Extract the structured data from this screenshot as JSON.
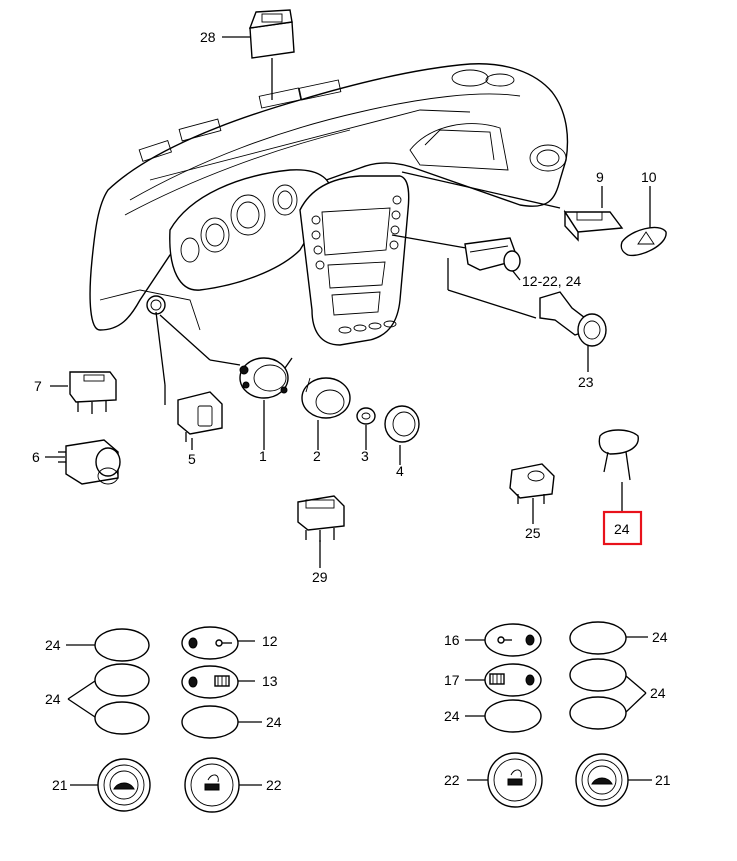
{
  "labels": {
    "p28": "28",
    "p9": "9",
    "p10": "10",
    "p12_22_24": "12-22, 24",
    "p23": "23",
    "p7": "7",
    "p6": "6",
    "p5": "5",
    "p1": "1",
    "p2": "2",
    "p3": "3",
    "p4": "4",
    "p29": "29",
    "p25": "25",
    "p24_highlight": "24"
  },
  "buttons_left": {
    "r1_label": "24",
    "r1_right": "12",
    "r2_label": "24",
    "r2_right": "13",
    "r3_right": "24",
    "r4_left": "21",
    "r4_right": "22"
  },
  "buttons_right": {
    "r1_left": "16",
    "r1_right": "24",
    "r2_left": "17",
    "r2_right": "24",
    "r3_left": "24",
    "r4_left": "22",
    "r4_right": "21"
  },
  "highlight_color": "#e8121b"
}
